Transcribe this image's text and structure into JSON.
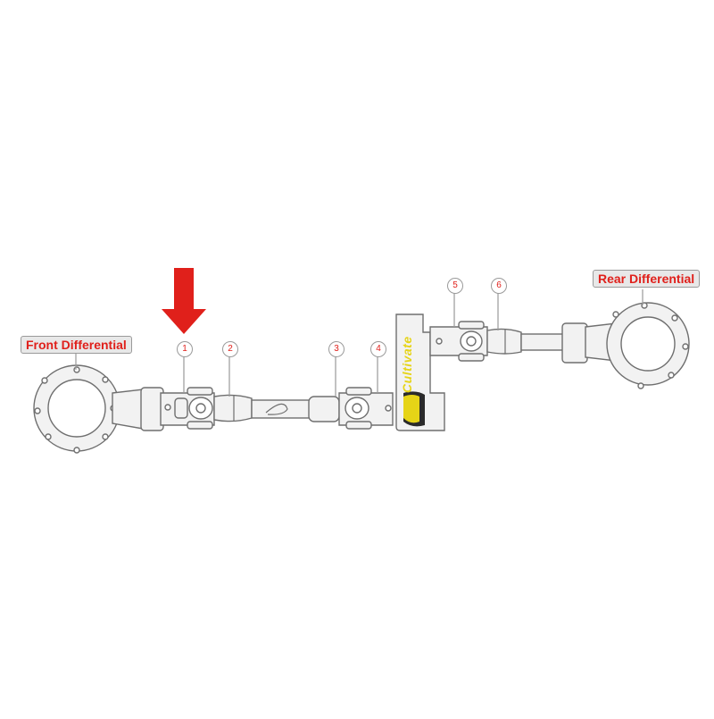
{
  "labels": {
    "front": "Front Differential",
    "rear": "Rear Differential"
  },
  "markers": [
    "1",
    "2",
    "3",
    "4",
    "5",
    "6"
  ],
  "brand": "Cultivate",
  "colors": {
    "accent_red": "#e0201b",
    "brand_yellow": "#e6d417",
    "outline": "#6f6f6f",
    "part_fill": "#f2f2f2"
  },
  "icons": {
    "pointer": "down-arrow-icon"
  }
}
